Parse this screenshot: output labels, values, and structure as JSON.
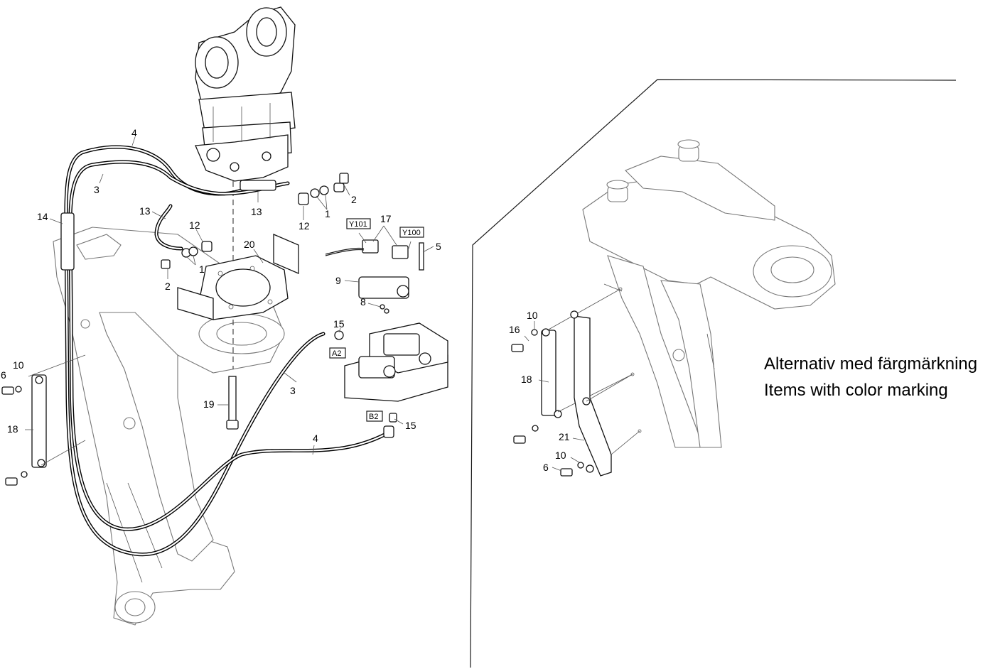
{
  "caption": {
    "line1": "Alternativ med färgmärkning",
    "line2": "Items with color marking"
  },
  "left_callouts": {
    "c1a": "1",
    "c1b": "1",
    "c2a": "2",
    "c2b": "2",
    "c3a": "3",
    "c3b": "3",
    "c4a": "4",
    "c4b": "4",
    "c5": "5",
    "c6": "6",
    "c8": "8",
    "c9": "9",
    "c10": "10",
    "c12a": "12",
    "c12b": "12",
    "c13a": "13",
    "c13b": "13",
    "c14": "14",
    "c15a": "15",
    "c15b": "15",
    "c17": "17",
    "c18": "18",
    "c19": "19",
    "c20": "20"
  },
  "boxed_labels": {
    "y101": "Y101",
    "y100": "Y100",
    "a2": "A2",
    "b2": "B2"
  },
  "right_callouts": {
    "c10a": "10",
    "c16": "16",
    "c18": "18",
    "c21": "21",
    "c10b": "10",
    "c6": "6"
  }
}
